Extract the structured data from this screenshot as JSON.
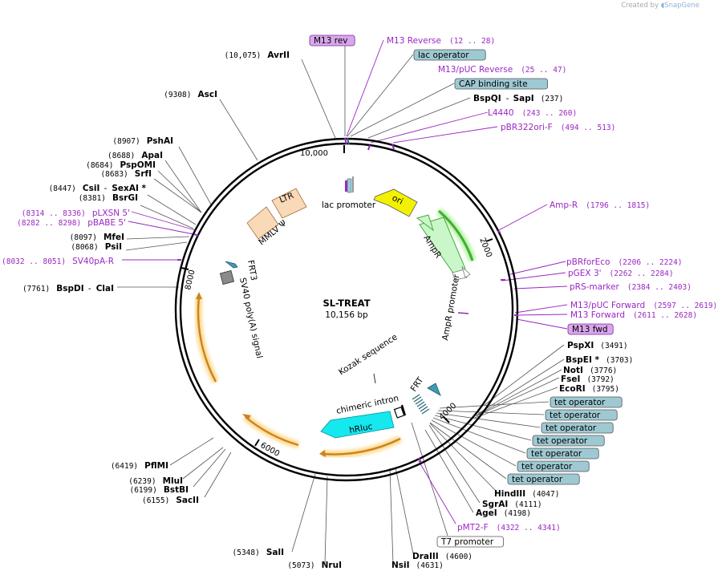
{
  "credit": {
    "prefix": "Created by",
    "brand": "SnapGene",
    "logo_icon": "snapgene-logo-icon"
  },
  "plasmid": {
    "name": "SL-TREAT",
    "size": "10,156 bp"
  },
  "ticks": [
    "10,000",
    "2000",
    "4000",
    "6000",
    "8000"
  ],
  "features": {
    "lac_promoter": "lac promoter",
    "ori": "ori",
    "ampr": "AmpR",
    "ampr_promoter": "AmpR promoter",
    "ltr": "LTR",
    "mmlv": "MMLV Ψ",
    "frt3": "FRT3",
    "sv40": "SV40 poly(A) signal",
    "kozak": "Kozak sequence",
    "frt": "FRT",
    "chimeric": "chimeric intron",
    "hrluc": "hRluc"
  },
  "labels": [
    {
      "id": "m13rev",
      "text": "M13 rev",
      "style": "primerbox"
    },
    {
      "id": "m13reverse",
      "text": "M13 Reverse",
      "coords": "(12 .. 28)",
      "style": "primer"
    },
    {
      "id": "lacop",
      "text": "lac operator",
      "style": "box"
    },
    {
      "id": "m13puc_rev",
      "text": "M13/pUC Reverse",
      "coords": "(25 .. 47)",
      "style": "primer"
    },
    {
      "id": "cap",
      "text": "CAP binding site",
      "style": "box"
    },
    {
      "id": "bspqi",
      "text": "BspQI",
      "text2": "SapI",
      "coords": "(237)",
      "style": "site"
    },
    {
      "id": "l4440",
      "text": "L4440",
      "coords": "(243 .. 260)",
      "style": "primer"
    },
    {
      "id": "pbr322",
      "text": "pBR322ori-F",
      "coords": "(494 .. 513)",
      "style": "primer"
    },
    {
      "id": "ampR",
      "text": "Amp-R",
      "coords": "(1796 .. 1815)",
      "style": "primer"
    },
    {
      "id": "pbrforeco",
      "text": "pBRforEco",
      "coords": "(2206 .. 2224)",
      "style": "primer"
    },
    {
      "id": "pgex3",
      "text": "pGEX 3'",
      "coords": "(2262 .. 2284)",
      "style": "primer"
    },
    {
      "id": "prs",
      "text": "pRS-marker",
      "coords": "(2384 .. 2403)",
      "style": "primer"
    },
    {
      "id": "m13puc_fwd",
      "text": "M13/pUC Forward",
      "coords": "(2597 .. 2619)",
      "style": "primer"
    },
    {
      "id": "m13forward",
      "text": "M13 Forward",
      "coords": "(2611 .. 2628)",
      "style": "primer"
    },
    {
      "id": "m13fwd",
      "text": "M13 fwd",
      "style": "primerbox"
    },
    {
      "id": "pspxi",
      "text": "PspXI",
      "coords": "(3491)",
      "style": "site"
    },
    {
      "id": "bspei",
      "text": "BspEI *",
      "coords": "(3703)",
      "style": "site"
    },
    {
      "id": "noti",
      "text": "NotI",
      "coords": "(3776)",
      "style": "site"
    },
    {
      "id": "fsei",
      "text": "FseI",
      "coords": "(3792)",
      "style": "site"
    },
    {
      "id": "ecori",
      "text": "EcoRI",
      "coords": "(3795)",
      "style": "site"
    },
    {
      "id": "tet1",
      "text": "tet operator",
      "style": "box"
    },
    {
      "id": "tet2",
      "text": "tet operator",
      "style": "box"
    },
    {
      "id": "tet3",
      "text": "tet operator",
      "style": "box"
    },
    {
      "id": "tet4",
      "text": "tet operator",
      "style": "box"
    },
    {
      "id": "tet5",
      "text": "tet operator",
      "style": "box"
    },
    {
      "id": "tet6",
      "text": "tet operator",
      "style": "box"
    },
    {
      "id": "tet7",
      "text": "tet operator",
      "style": "box"
    },
    {
      "id": "hindiii",
      "text": "HindIII",
      "coords": "(4047)",
      "style": "site"
    },
    {
      "id": "sgrai",
      "text": "SgrAI",
      "coords": "(4111)",
      "style": "site"
    },
    {
      "id": "agei",
      "text": "AgeI",
      "coords": "(4198)",
      "style": "site"
    },
    {
      "id": "pmt2f",
      "text": "pMT2-F",
      "coords": "(4322 .. 4341)",
      "style": "primer"
    },
    {
      "id": "t7",
      "text": "T7 promoter",
      "style": "whitebox"
    },
    {
      "id": "draiii",
      "text": "DraIII",
      "coords": "(4600)",
      "style": "site"
    },
    {
      "id": "nsii",
      "text": "NsiI",
      "coords": "(4631)",
      "style": "site"
    },
    {
      "id": "nrui",
      "text": "NruI",
      "coords": "(5073)",
      "style": "site-left"
    },
    {
      "id": "sali",
      "text": "SalI",
      "coords": "(5348)",
      "style": "site-left"
    },
    {
      "id": "sacii",
      "text": "SacII",
      "coords": "(6155)",
      "style": "site-left"
    },
    {
      "id": "bstbi",
      "text": "BstBI",
      "coords": "(6199)",
      "style": "site-left"
    },
    {
      "id": "mlui",
      "text": "MluI",
      "coords": "(6239)",
      "style": "site-left"
    },
    {
      "id": "pfimi",
      "text": "PflMI",
      "coords": "(6419)",
      "style": "site-left"
    },
    {
      "id": "bspdi",
      "text": "BspDI",
      "text2": "ClaI",
      "coords": "(7761)",
      "style": "site-left"
    },
    {
      "id": "sv40pa",
      "text": "SV40pA-R",
      "coords": "(8032 .. 8051)",
      "style": "primer-left"
    },
    {
      "id": "psii",
      "text": "PsiI",
      "coords": "(8068)",
      "style": "site-left"
    },
    {
      "id": "mfei",
      "text": "MfeI",
      "coords": "(8097)",
      "style": "site-left"
    },
    {
      "id": "pbabe",
      "text": "pBABE 5'",
      "coords": "(8282 .. 8298)",
      "style": "primer-left"
    },
    {
      "id": "plxsn",
      "text": "pLXSN 5'",
      "coords": "(8314 .. 8336)",
      "style": "primer-left"
    },
    {
      "id": "bsrgi",
      "text": "BsrGI",
      "coords": "(8381)",
      "style": "site-left"
    },
    {
      "id": "csii",
      "text": "CsiI",
      "text2": "SexAI *",
      "coords": "(8447)",
      "style": "site-left"
    },
    {
      "id": "srfi",
      "text": "SrfI",
      "coords": "(8683)",
      "style": "site-left"
    },
    {
      "id": "pspomi",
      "text": "PspOMI",
      "coords": "(8684)",
      "style": "site-left"
    },
    {
      "id": "apai",
      "text": "ApaI",
      "coords": "(8688)",
      "style": "site-left"
    },
    {
      "id": "pshai",
      "text": "PshAI",
      "coords": "(8907)",
      "style": "site-left"
    },
    {
      "id": "asci",
      "text": "AscI",
      "coords": "(9308)",
      "style": "site-left"
    },
    {
      "id": "avrii",
      "text": "AvrII",
      "coords": "(10,075)",
      "style": "site-left"
    }
  ],
  "colors": {
    "primer": "#9a27c2",
    "primerbox_fill": "#d9a6ec",
    "box_fill": "#9ec9d3",
    "ori": "#f2f200",
    "ampr": "#c9f7c9",
    "ampr_stroke": "#4aa83a",
    "ltr": "#fad9b8",
    "hrluc": "#16e8ef",
    "orange": "#c98324",
    "orange_glow": "#ffd98a"
  }
}
